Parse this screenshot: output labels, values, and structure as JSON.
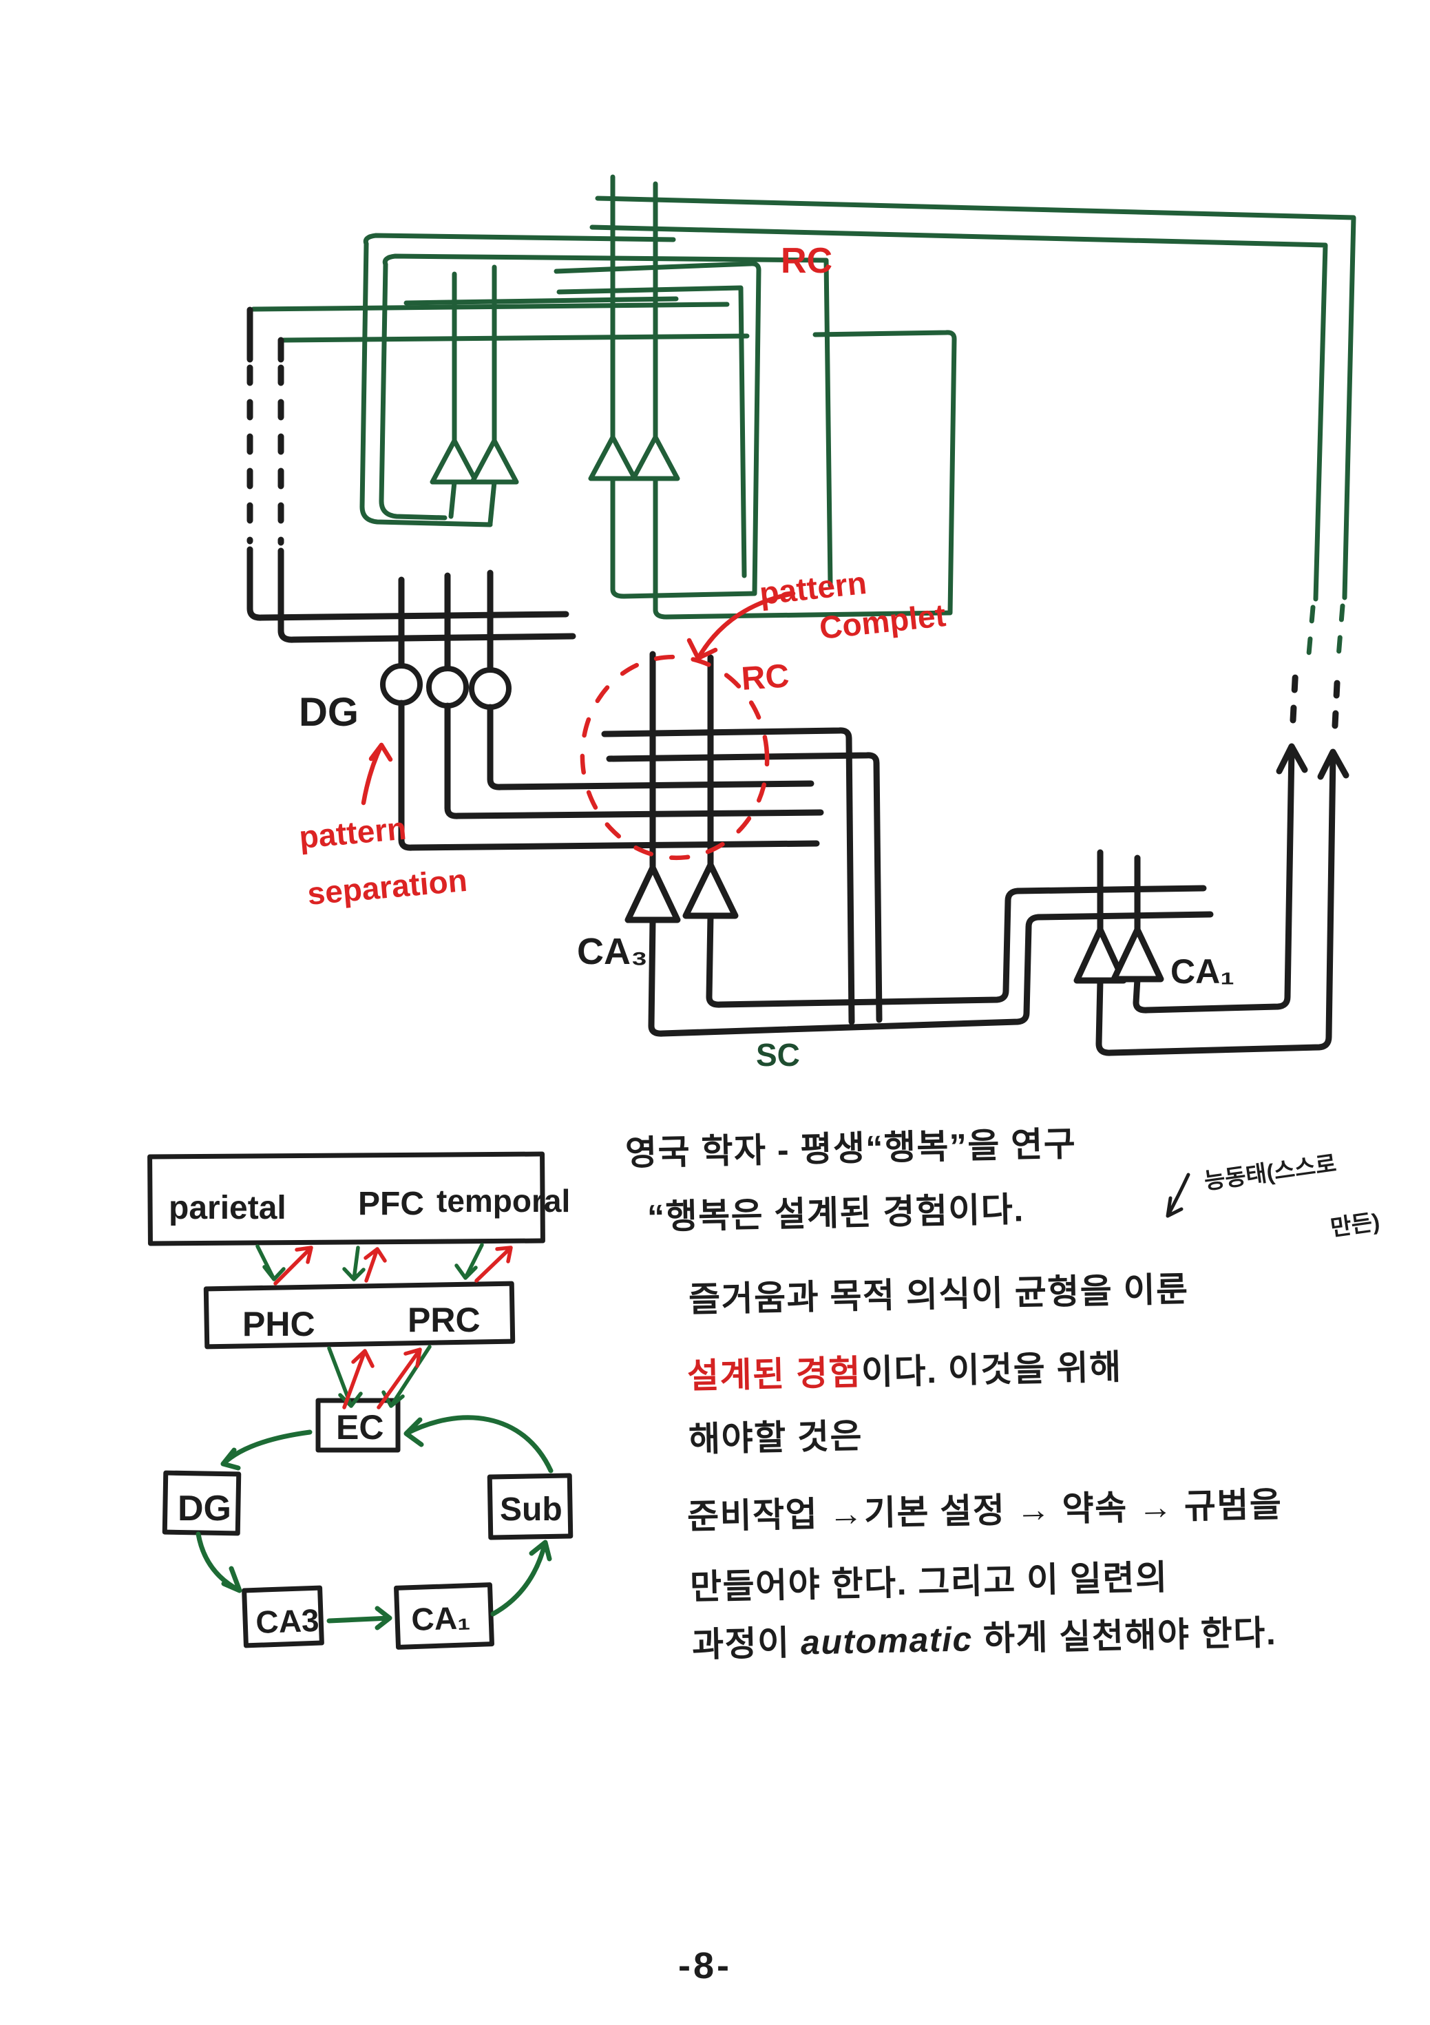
{
  "colors": {
    "paper": "#ffffff",
    "ink_black": "#1d1d1d",
    "ink_green": "#215e38",
    "ink_red": "#dc2323",
    "note_green": "#1d6b35",
    "note_red": "#d42222"
  },
  "circuit": {
    "rc_top_label": "RC",
    "rc_inner_label": "RC",
    "pattern_completion_line1": "pattern",
    "pattern_completion_line2": "Complet",
    "pattern_separation_line1": "pattern",
    "pattern_separation_line2": "separation",
    "dg_label": "DG",
    "ca3_label": "CA₃",
    "ca1_label": "CA₁",
    "sc_label": "SC"
  },
  "flow": {
    "parietal": "parietal",
    "pfc": "PFC",
    "temporal": "temporal",
    "phc": "PHC",
    "prc": "PRC",
    "ec": "EC",
    "dg": "DG",
    "sub": "Sub",
    "ca3": "CA3",
    "ca1": "CA₁"
  },
  "notes": {
    "line1": "영국 학자 - 평생“행복”을 연구",
    "line2": "“행복은 설계된 경험이다.",
    "annotation_line1": "능동태(스스로",
    "annotation_line2": "만든)",
    "line3": "즐거움과 목적 의식이 균형을 이룬",
    "line4_red": "설계된 경험",
    "line4_black": "이다.   이것을 위해",
    "line5": "해야할 것은",
    "line6": "준비작업 →기본 설정 → 약속 → 규범을",
    "line7": "만들어야 한다.   그리고 이 일련의",
    "line8_pre": "과정이 ",
    "line8_en": "automatic",
    "line8_post": " 하게 실천해야 한다.",
    "page_number": "-8-"
  }
}
